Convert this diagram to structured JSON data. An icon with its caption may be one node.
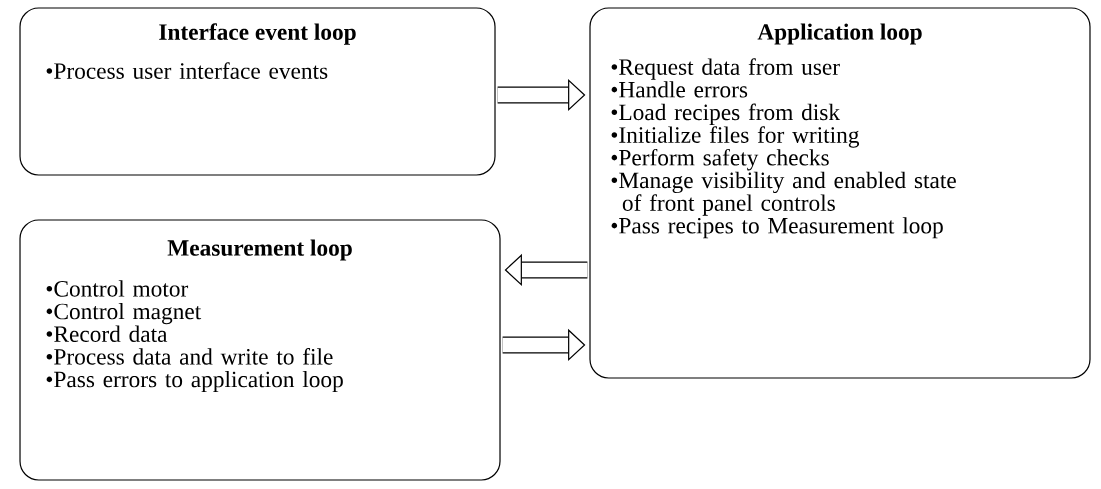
{
  "diagram": {
    "nodes": [
      {
        "text": [
          "Interface event loop",
          "•Process user interface events"
        ]
      },
      {
        "text": [
          "Application loop",
          "•Request data from user",
          "•Handle errors",
          "•Load recipes from disk",
          "•Initialize files for writing",
          "•Perform safety checks",
          "•Manage visibility and enabled state of front panel controls",
          "•Pass recipes to Measurement loop"
        ]
      },
      {
        "text": [
          "Measurement loop",
          "•Control motor",
          "•Control magnet",
          "•Record data",
          "•Process data and write to file",
          "•Pass errors to application loop"
        ]
      }
    ],
    "edges": [
      {
        "from": 0,
        "to": 1,
        "arrow": "to"
      },
      {
        "from": 1,
        "to": 2,
        "arrow": "to"
      },
      {
        "from": 2,
        "to": 1,
        "arrow": "to"
      }
    ]
  }
}
